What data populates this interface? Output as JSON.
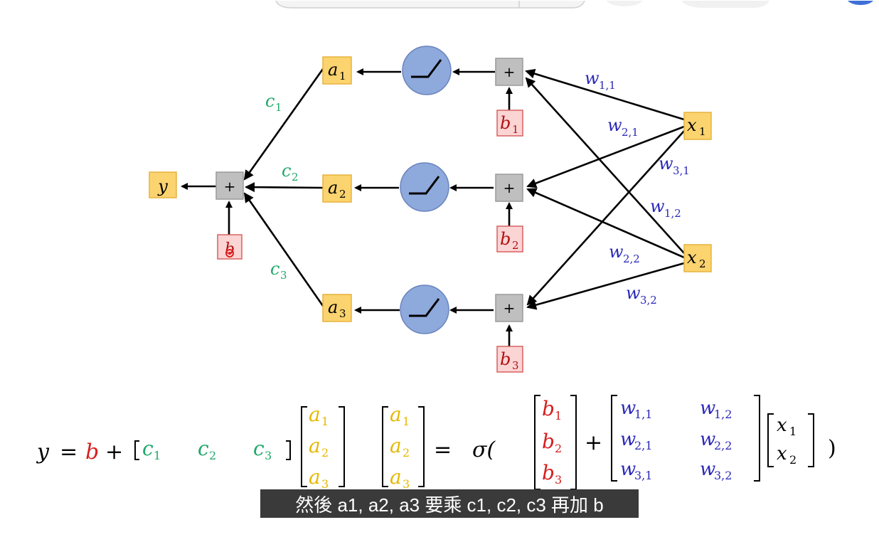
{
  "colors": {
    "node_fill": "#fbd36f",
    "node_border": "#e6b33e",
    "bias_fill": "#fbd4d4",
    "bias_border": "#d96060",
    "plus_fill": "#bfbfbf",
    "plus_border": "#9a9a9a",
    "sigmoid_fill": "#8ea9db",
    "sigmoid_border": "#6a84bf",
    "weight_color": "#2a27b8",
    "c_color": "#1fa86a",
    "b_color": "#d62020",
    "a_color": "#e6b800",
    "caption_bg": "#3a3a3a"
  },
  "diagram": {
    "output_label": "y",
    "plus_symbol": "+",
    "bias_label": "b",
    "hidden_labels": {
      "a1": "a",
      "a2": "a",
      "a3": "a"
    },
    "hidden_subs": {
      "a1": "1",
      "a2": "2",
      "a3": "3"
    },
    "bias_nodes": [
      {
        "label": "b",
        "sub": "1"
      },
      {
        "label": "b",
        "sub": "2"
      },
      {
        "label": "b",
        "sub": "3"
      }
    ],
    "inputs": [
      {
        "label": "x",
        "sub": "1"
      },
      {
        "label": "x",
        "sub": "2"
      }
    ],
    "c_labels": [
      {
        "label": "c",
        "sub": "1"
      },
      {
        "label": "c",
        "sub": "2"
      },
      {
        "label": "c",
        "sub": "3"
      }
    ],
    "weights": [
      {
        "label": "w",
        "sub": "1,1"
      },
      {
        "label": "w",
        "sub": "2,1"
      },
      {
        "label": "w",
        "sub": "3,1"
      },
      {
        "label": "w",
        "sub": "1,2"
      },
      {
        "label": "w",
        "sub": "2,2"
      },
      {
        "label": "w",
        "sub": "3,2"
      }
    ]
  },
  "equation": {
    "y": "y",
    "eq": "=",
    "b": "b",
    "plus": "+",
    "c": [
      "c",
      "c",
      "c"
    ],
    "c_subs": [
      "1",
      "2",
      "3"
    ],
    "a": [
      "a",
      "a",
      "a"
    ],
    "a_subs": [
      "1",
      "2",
      "3"
    ],
    "sigma": "σ(",
    "close_paren": ")",
    "b_vec_subs": [
      "1",
      "2",
      "3"
    ],
    "w_matrix": [
      [
        "1,1",
        "1,2"
      ],
      [
        "2,1",
        "2,2"
      ],
      [
        "3,1",
        "3,2"
      ]
    ],
    "x_subs": [
      "1",
      "2"
    ]
  },
  "caption": "然後 a1, a2, a3 要乘 c1, c2, c3 再加 b"
}
